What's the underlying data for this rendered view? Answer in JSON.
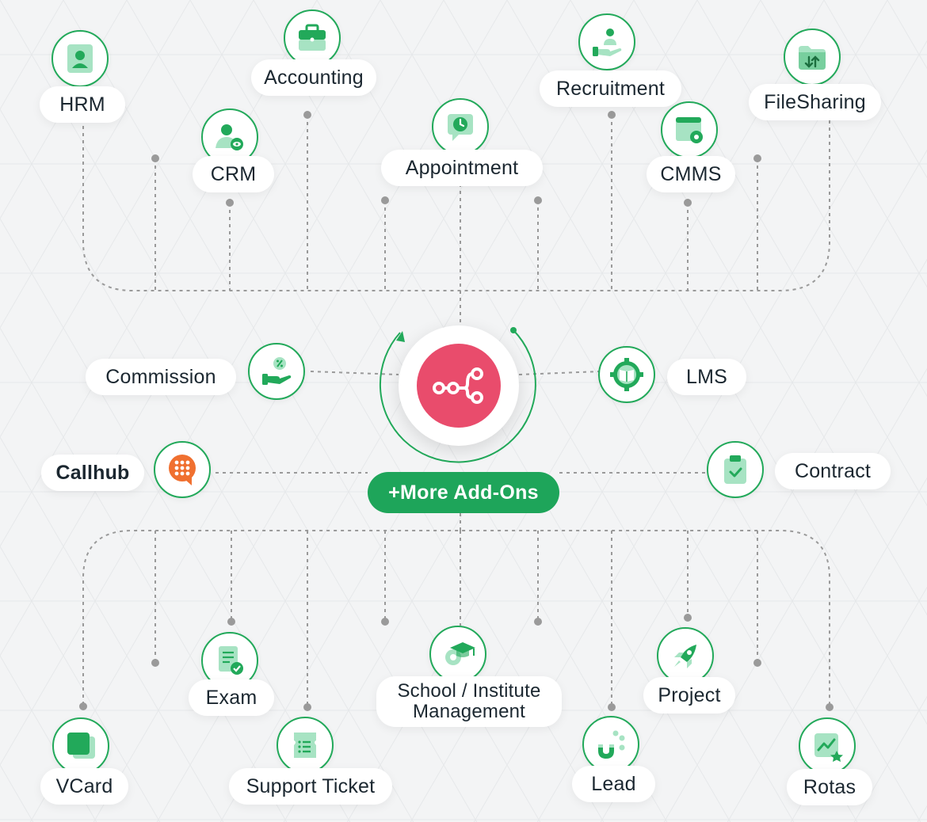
{
  "hub": {
    "icon": "workflow-nodes-icon",
    "color": "#e94c6c"
  },
  "more_button": {
    "label": "+More Add-Ons",
    "color": "#1ea55a"
  },
  "accent": "#22a95a",
  "nodes": [
    {
      "id": "hrm",
      "label": "HRM",
      "icon": "user-profile-icon"
    },
    {
      "id": "accounting",
      "label": "Accounting",
      "icon": "briefcase-icon"
    },
    {
      "id": "crm",
      "label": "CRM",
      "icon": "user-eye-icon"
    },
    {
      "id": "appointment",
      "label": "Appointment",
      "icon": "clock-chat-icon"
    },
    {
      "id": "recruitment",
      "label": "Recruitment",
      "icon": "hand-person-icon"
    },
    {
      "id": "cmms",
      "label": "CMMS",
      "icon": "window-gear-icon"
    },
    {
      "id": "filesharing",
      "label": "FileSharing",
      "icon": "folder-transfer-icon"
    },
    {
      "id": "commission",
      "label": "Commission",
      "icon": "hand-percent-icon"
    },
    {
      "id": "lms",
      "label": "LMS",
      "icon": "book-gear-icon"
    },
    {
      "id": "callhub",
      "label": "Callhub",
      "icon": "dialpad-chat-icon"
    },
    {
      "id": "contract",
      "label": "Contract",
      "icon": "clipboard-check-icon"
    },
    {
      "id": "exam",
      "label": "Exam",
      "icon": "document-check-icon"
    },
    {
      "id": "school",
      "label": "School / Institute",
      "label2": "Management",
      "icon": "graduation-cap-gear-icon"
    },
    {
      "id": "project",
      "label": "Project",
      "icon": "rocket-icon"
    },
    {
      "id": "vcard",
      "label": "VCard",
      "icon": "card-stack-icon"
    },
    {
      "id": "support",
      "label": "Support Ticket",
      "icon": "ticket-list-icon"
    },
    {
      "id": "lead",
      "label": "Lead",
      "icon": "magnet-people-icon"
    },
    {
      "id": "rotas",
      "label": "Rotas",
      "icon": "chart-star-icon"
    }
  ]
}
